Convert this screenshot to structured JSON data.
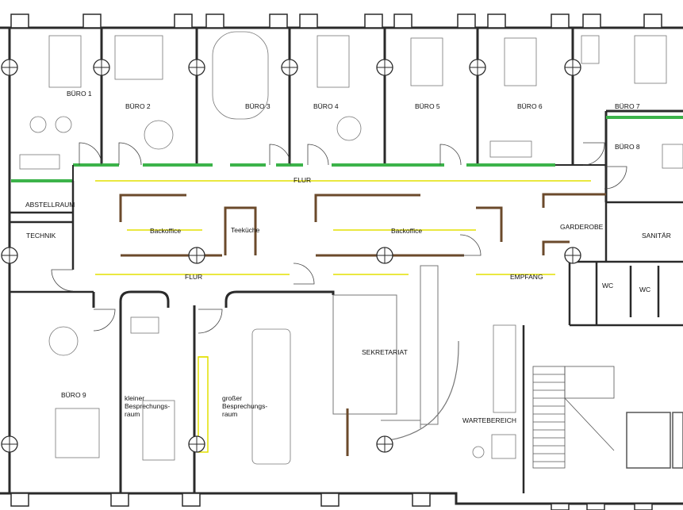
{
  "rooms": {
    "buero1": "BÜRO 1",
    "buero2": "BÜRO 2",
    "buero3": "BÜRO 3",
    "buero4": "BÜRO 4",
    "buero5": "BÜRO 5",
    "buero6": "BÜRO 6",
    "buero7": "BÜRO 7",
    "buero8": "BÜRO 8",
    "buero9": "BÜRO 9",
    "abstellraum": "ABSTELLRAUM",
    "technik": "TECHNIK",
    "flur_top": "FLUR",
    "flur_bottom": "FLUR",
    "backoffice_left": "Backoffice",
    "teekueche": "Teeküche",
    "backoffice_right": "Backoffice",
    "garderobe": "GARDEROBE",
    "sanitaer": "SANITÄR",
    "wc1": "WC",
    "wc2": "WC",
    "empfang": "EMPFANG",
    "sekretariat": "SEKRETARIAT",
    "wartebereich": "WARTEBEREICH",
    "kleiner_besprechungsraum": "kleiner Besprechungs-raum",
    "grosser_besprechungsraum": "großer Besprechungs-raum"
  },
  "colors": {
    "wall": "#2a2a2a",
    "partition_green": "#3cb34a",
    "circulation_yellow": "#e3e000",
    "cabinet_brown": "#6b4a2b",
    "furniture_gray": "#777777"
  }
}
